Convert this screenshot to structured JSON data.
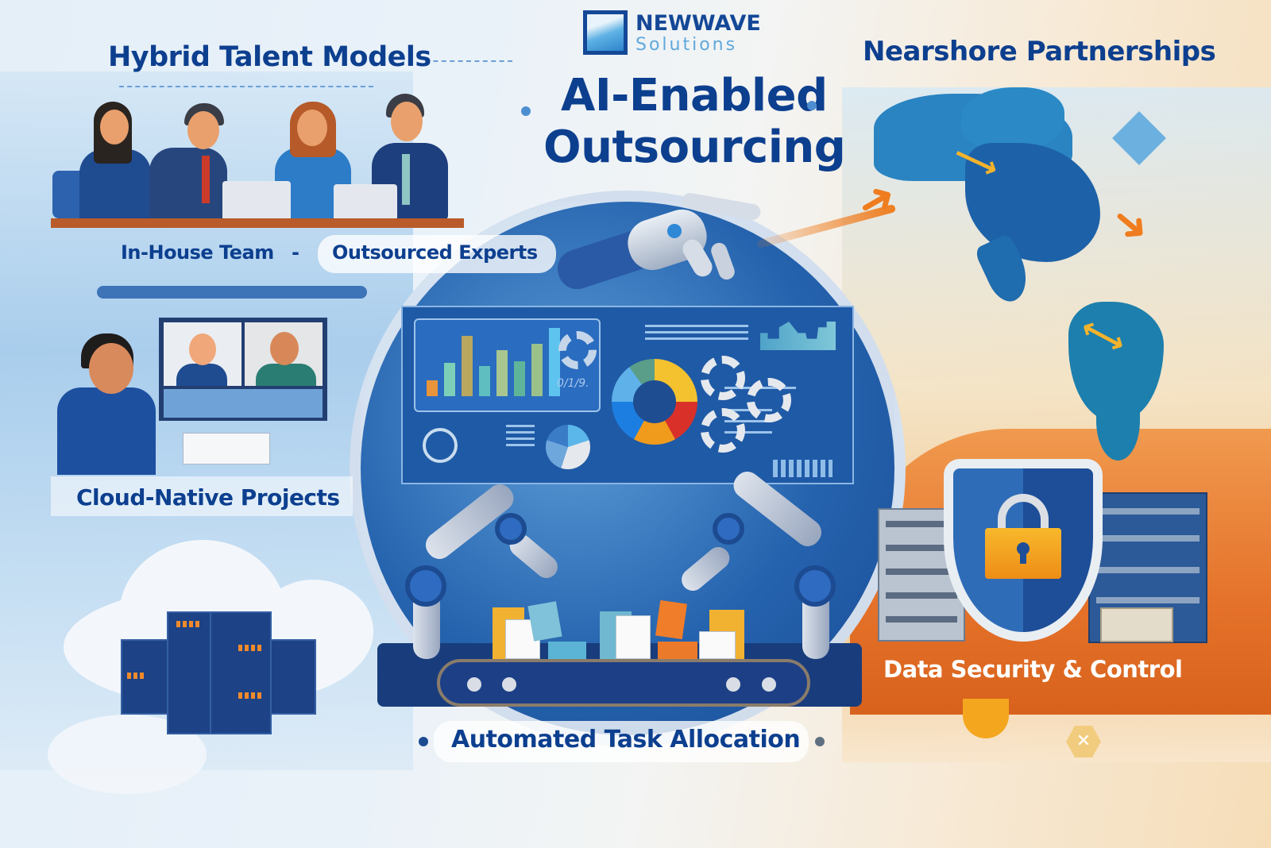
{
  "brand": {
    "name_line1": "NEWWAVE",
    "name_line2": "Solutions",
    "primary_color": "#144897",
    "secondary_color": "#5fa8dc"
  },
  "title": {
    "line1": "AI-Enabled",
    "line2": "Outsourcing",
    "color": "#0d3f8f"
  },
  "sections": {
    "hybrid_talent": {
      "heading": "Hybrid Talent Models",
      "labels": [
        "In-House Team",
        "Outsourced Experts"
      ],
      "separator": "-"
    },
    "cloud_native": {
      "heading": "Cloud-Native Projects"
    },
    "nearshore": {
      "heading": "Nearshore Partnerships"
    },
    "data_security": {
      "heading": "Data Security & Control",
      "color": "#ffffff",
      "band_color": "#e5722a"
    },
    "task_allocation": {
      "heading": "Automated Task Allocation"
    }
  },
  "illustrations": {
    "meeting": "team-meeting-illustration",
    "video_call": "video-call-illustration",
    "cloud_server": "cloud-server-illustration",
    "robot_hand": "robot-hand-illustration",
    "dashboard": "analytics-dashboard-illustration",
    "robot_arms": "robotic-arms-conveyor-illustration",
    "americas_map": "americas-map-illustration",
    "shield_lock": "shield-lock-illustration"
  },
  "dashboard": {
    "bar_colors": [
      "#e8943a",
      "#7ecfb8",
      "#b9a760",
      "#5fbfc0",
      "#a9c690",
      "#5fb59a",
      "#9bc08a",
      "#5ec4ef"
    ],
    "bar_heights": [
      30,
      62,
      112,
      50,
      82,
      56,
      104,
      130
    ],
    "handwriting": "0/1/9."
  },
  "colors": {
    "accent_orange": "#ef7d1f",
    "accent_yellow": "#f4b32c",
    "deep_blue": "#1a4b95",
    "light_blue": "#9ec7ea"
  }
}
